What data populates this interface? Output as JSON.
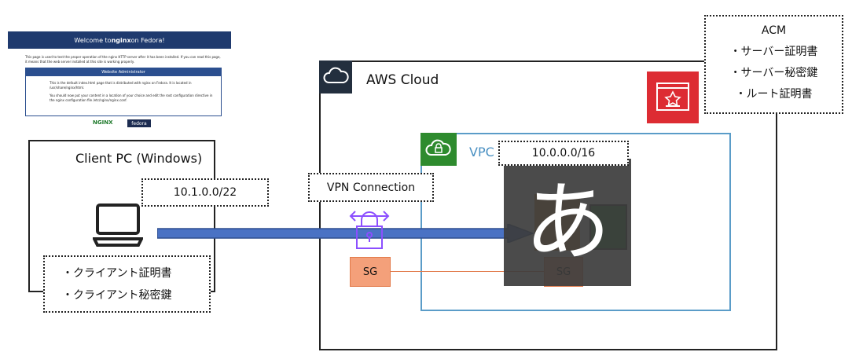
{
  "thumbnail": {
    "title_prefix": "Welcome to ",
    "title_brand": "nginx",
    "title_suffix": " on Fedora!",
    "intro": "This page is used to test the proper operation of the nginx HTTP server after it has been installed. If you can read this page, it means that the web server installed at this site is working properly.",
    "box_title": "Website Administrator",
    "box_text_1": "This is the default index.html page that is distributed with nginx on Fedora. It is located in /usr/share/nginx/html.",
    "box_text_2": "You should now put your content in a location of your choice and edit the root configuration directive in the nginx configuration file /etc/nginx/nginx.conf.",
    "logo_nginx": "NGINX",
    "logo_fedora": "fedora"
  },
  "client": {
    "title": "Client PC (Windows)",
    "cidr": "10.1.0.0/22",
    "certs": [
      "・クライアント証明書",
      "・クライアント秘密鍵"
    ]
  },
  "aws": {
    "title": "AWS Cloud"
  },
  "acm": {
    "title": "ACM",
    "items": [
      "・サーバー証明書",
      "・サーバー秘密鍵",
      "・ルート証明書"
    ]
  },
  "vpc": {
    "title": "VPC",
    "cidr": "10.0.0.0/16"
  },
  "vpn": {
    "label": "VPN Connection"
  },
  "security_groups": {
    "left": "SG",
    "right": "SG"
  },
  "overlay": {
    "char": "あ"
  },
  "colors": {
    "vpn_arrow": "#4a72c4",
    "vpc_border": "#5a9cc8",
    "vpc_icon": "#2e8b2e",
    "acm_icon": "#dd2c33",
    "aws_icon": "#232f3e",
    "sg_fill": "#f4a07a",
    "vpn_gateway": "#8c4fff"
  }
}
